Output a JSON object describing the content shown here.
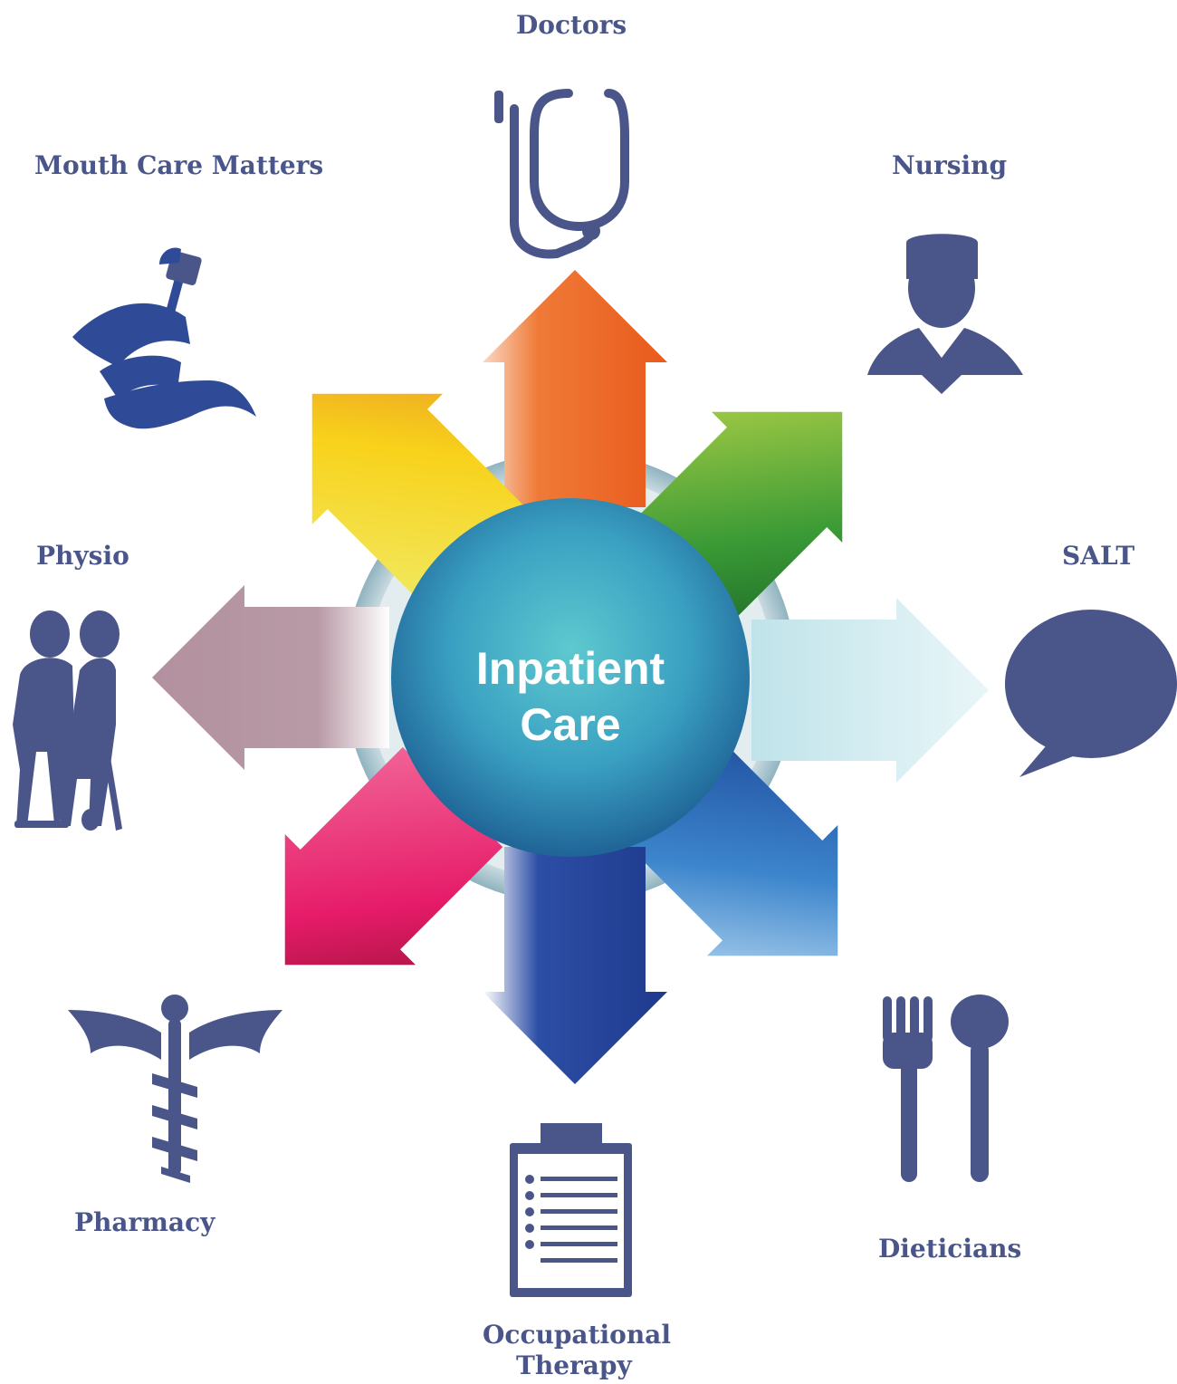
{
  "center": {
    "line1": "Inpatient",
    "line2": "Care"
  },
  "labels": {
    "doctors": "Doctors",
    "nursing": "Nursing",
    "salt": "SALT",
    "dieticians": "Dieticians",
    "occupational_line1": "Occupational",
    "occupational_line2": "Therapy",
    "pharmacy": "Pharmacy",
    "physio": "Physio",
    "mouth_care": "Mouth Care Matters"
  },
  "icons": {
    "doctors": "stethoscope-icon",
    "nursing": "nurse-icon",
    "salt": "speech-bubble-icon",
    "dieticians": "fork-spoon-icon",
    "occupational": "clipboard-icon",
    "pharmacy": "caduceus-icon",
    "physio": "elderly-couple-icon",
    "mouth_care": "toothbrush-hands-icon"
  },
  "colors": {
    "label_text": "#4a5689",
    "icon_fill": "#4a5689",
    "hub": "#3fa6c0",
    "arrow_up": "#ec6a26",
    "arrow_up_right": "#6db43f",
    "arrow_right": "#b7dfe8",
    "arrow_down_right": "#3c7ec8",
    "arrow_down": "#26439a",
    "arrow_down_left": "#e61b69",
    "arrow_left": "#b596a3",
    "arrow_up_left": "#f4d21a"
  }
}
